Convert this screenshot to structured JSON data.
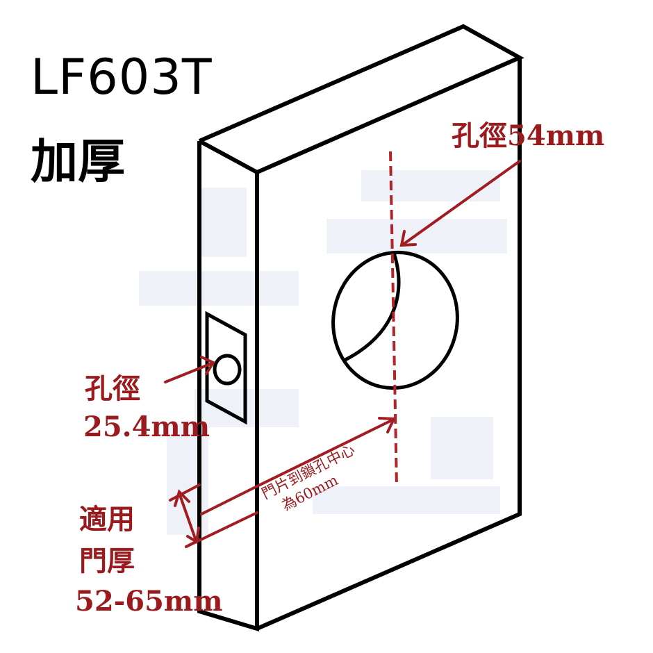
{
  "header": {
    "model": "LF603T",
    "variant": "加厚"
  },
  "annotations": {
    "main_hole_diameter": "孔徑54mm",
    "side_hole_label": "孔徑",
    "side_hole_value": "25.4mm",
    "door_thickness_line1": "適用",
    "door_thickness_line2": "門厚",
    "door_thickness_value": "52-65mm",
    "backset_line1": "門片到鎖孔中心",
    "backset_line2": "為60mm"
  },
  "colors": {
    "outline": "#000000",
    "annotation": "#9a1a1e",
    "watermark": "#eef1f7"
  }
}
